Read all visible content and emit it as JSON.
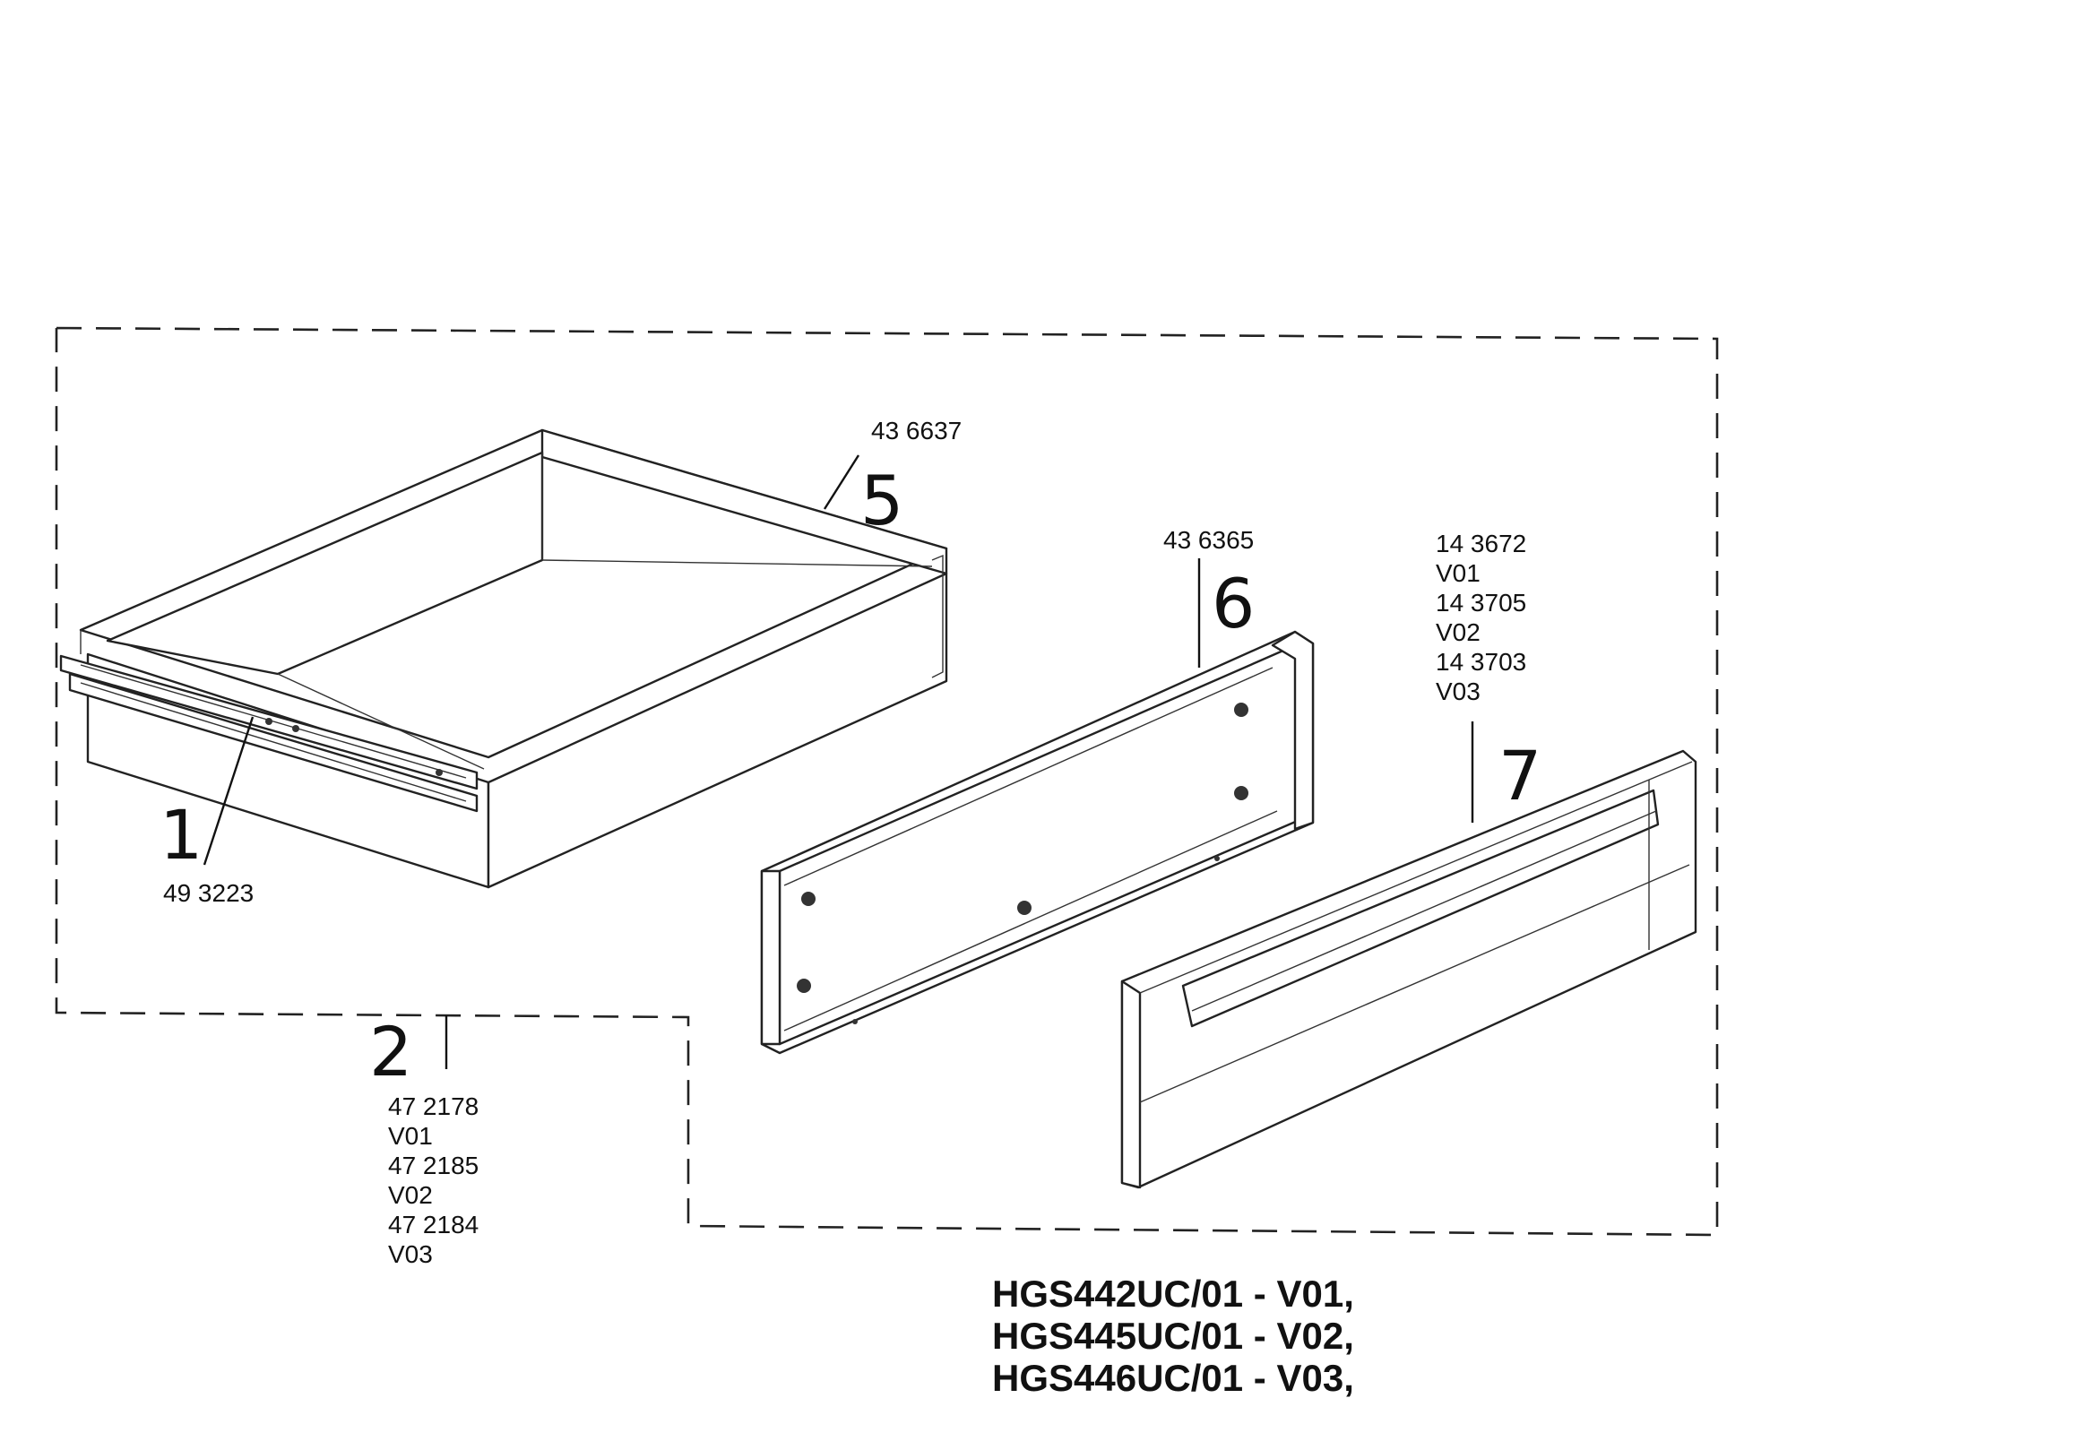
{
  "parts": {
    "drawer": {
      "callout": "5",
      "number": "43 6637"
    },
    "slide": {
      "callout": "1",
      "number": "49 3223"
    },
    "assembly": {
      "callout": "2",
      "numbers": [
        "47 2178",
        "V01",
        "47 2185",
        "V02",
        "47 2184",
        "V03"
      ]
    },
    "inner_panel": {
      "callout": "6",
      "number": "43 6365"
    },
    "front_panel": {
      "callout": "7",
      "numbers": [
        "14 3672",
        "V01",
        "14 3705",
        "V02",
        "14 3703",
        "V03"
      ]
    }
  },
  "models": [
    "HGS442UC/01 - V01,",
    "HGS445UC/01 - V02,",
    "HGS446UC/01 - V03,"
  ]
}
